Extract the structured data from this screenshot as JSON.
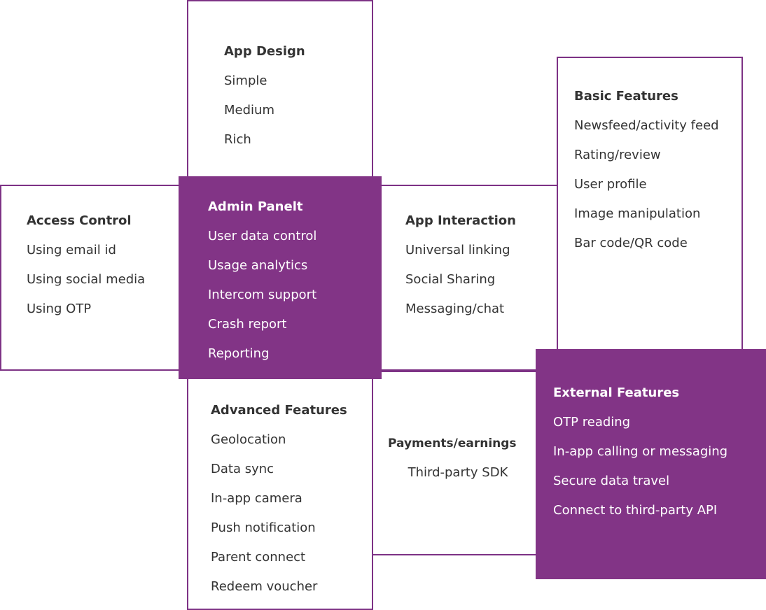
{
  "colors": {
    "accent": "#823486",
    "text": "#333333",
    "background": "#ffffff"
  },
  "app_design": {
    "title": "App Design",
    "items": [
      "Simple",
      "Medium",
      "Rich"
    ]
  },
  "basic_features": {
    "title": "Basic Features",
    "items": [
      "Newsfeed/activity feed",
      "Rating/review",
      "User profile",
      "Image manipulation",
      "Bar code/QR code"
    ]
  },
  "access_control": {
    "title": "Access Control",
    "items": [
      "Using email id",
      "Using social media",
      "Using OTP"
    ]
  },
  "admin_panel": {
    "title": "Admin Panelt",
    "items": [
      "User data control",
      "Usage analytics",
      "Intercom support",
      "Crash report",
      "Reporting"
    ]
  },
  "app_interaction": {
    "title": "App Interaction",
    "items": [
      "Universal linking",
      "Social Sharing",
      "Messaging/chat"
    ]
  },
  "advanced_features": {
    "title": "Advanced Features",
    "items": [
      "Geolocation",
      "Data sync",
      "In-app camera",
      "Push notification",
      "Parent connect",
      "Redeem voucher"
    ]
  },
  "payments": {
    "title": "Payments/earnings",
    "items": [
      "Third-party SDK"
    ]
  },
  "external_features": {
    "title": "External Features",
    "items": [
      "OTP reading",
      "In-app calling or messaging",
      "Secure data travel",
      "Connect to third-party API"
    ]
  }
}
